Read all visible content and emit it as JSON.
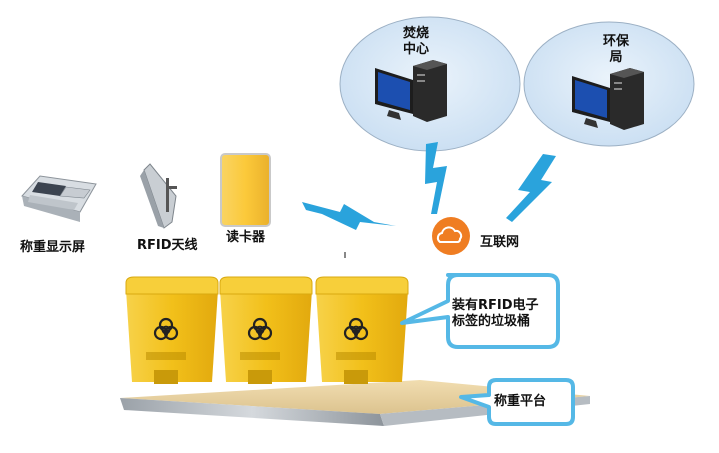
{
  "labels": {
    "incineration_line1": "焚烧",
    "incineration_line2": "中心",
    "env_bureau_line1": "环保",
    "env_bureau_line2": "局",
    "weighing_display": "称重显示屏",
    "rfid_antenna": "RFID天线",
    "card_reader": "读卡器",
    "internet": "互联网",
    "bins_line1": "装有RFID电子",
    "bins_line2": "标签的垃圾桶",
    "platform": "称重平台"
  },
  "colors": {
    "cloud_fill": "#cfe3f5",
    "lightning": "#2aa3dc",
    "bin_yellow": "#f4c21a",
    "reader_yellow": "#f7c73a",
    "internet_orange": "#ef7d22",
    "callout_border": "#55b8e6"
  },
  "icons": {
    "computer": "desktop-computer-icon",
    "internet": "cloud-icon",
    "biohazard": "biohazard-icon"
  }
}
